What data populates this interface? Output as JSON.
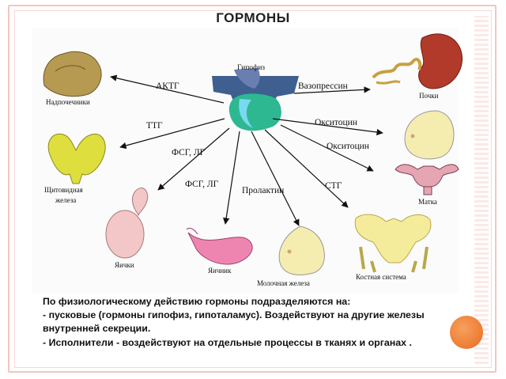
{
  "title": "ГОРМОНЫ",
  "center": {
    "label": "Гипофиз"
  },
  "organs": {
    "adrenal": "Надпочечники",
    "kidney": "Почки",
    "thyroid_1": "Щитовидная",
    "thyroid_2": "железа",
    "testes": "Яички",
    "ovary": "Яичник",
    "mammary": "Молочная железа",
    "bones": "Костная система",
    "uterus": "Матка"
  },
  "hormones": {
    "actg": "АКТГ",
    "vasopressin": "Вазопрессин",
    "ttg": "ТТГ",
    "oxytocin_1": "Окситоцин",
    "oxytocin_2": "Окситоцин",
    "fsg_lg_1": "ФСГ, ЛГ",
    "fsg_lg_2": "ФСГ, ЛГ",
    "prolactin": "Пролактин",
    "stg": "СТГ"
  },
  "text": {
    "line1": "По физиологическому действию гормоны подразделяются на:",
    "line2": " - пусковые (гормоны гипофиз, гипоталамус). Воздействуют на другие железы",
    "line3": "внутренней секреции.",
    "line4": " - Исполнители - воздействуют на отдельные процессы в тканях и органах ."
  },
  "colors": {
    "accent_dot": "#ef8038",
    "frame": "#f1c6bf"
  }
}
